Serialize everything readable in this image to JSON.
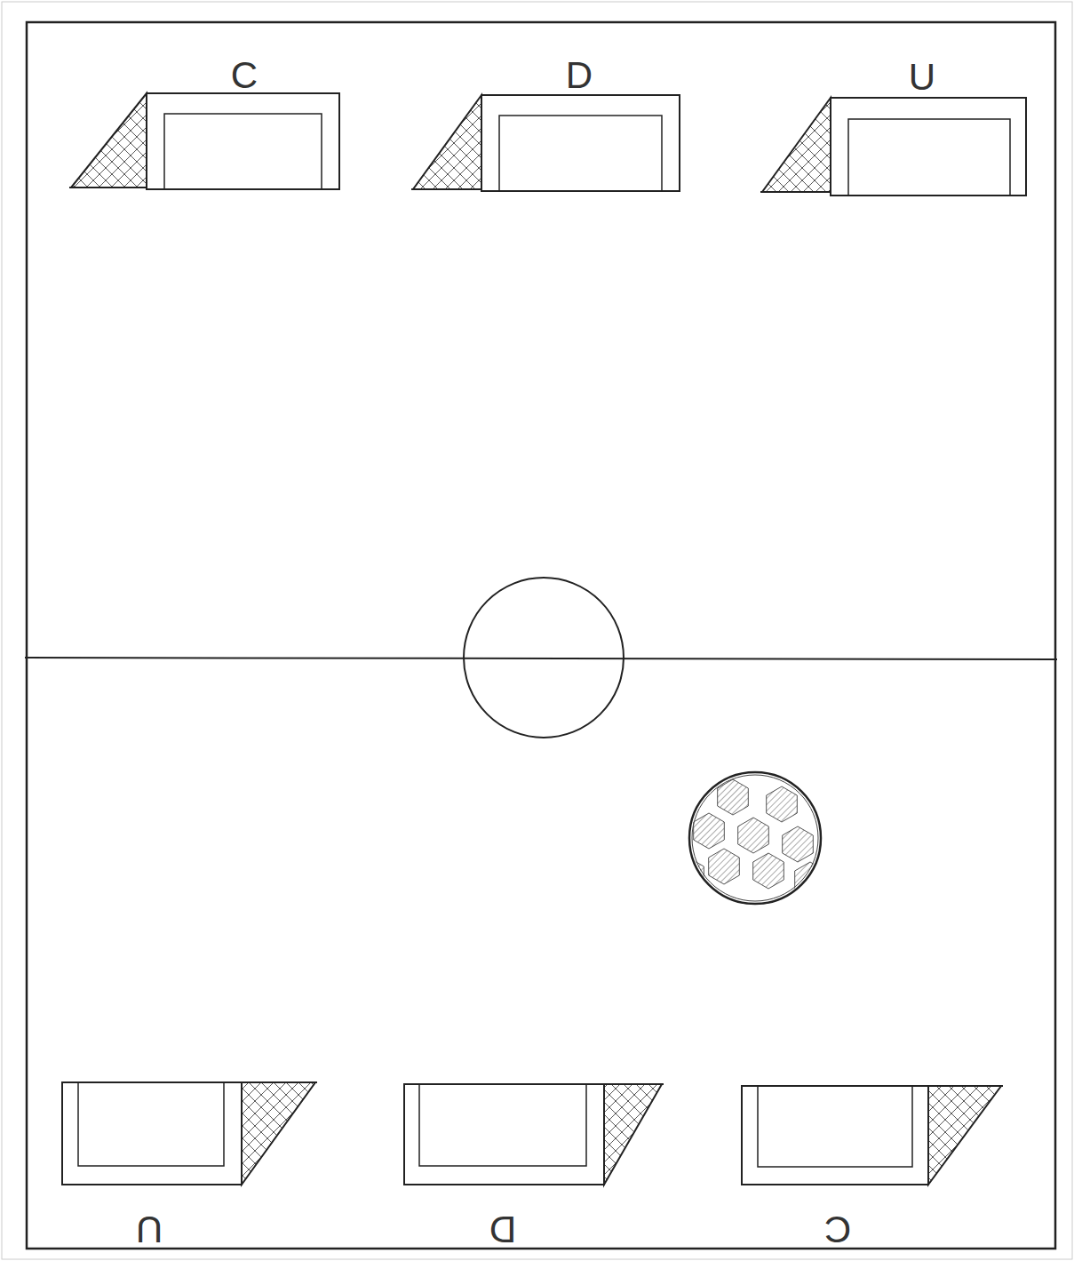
{
  "diagram": {
    "labels": [
      "C",
      "D",
      "U",
      "U",
      "D",
      "C"
    ]
  }
}
